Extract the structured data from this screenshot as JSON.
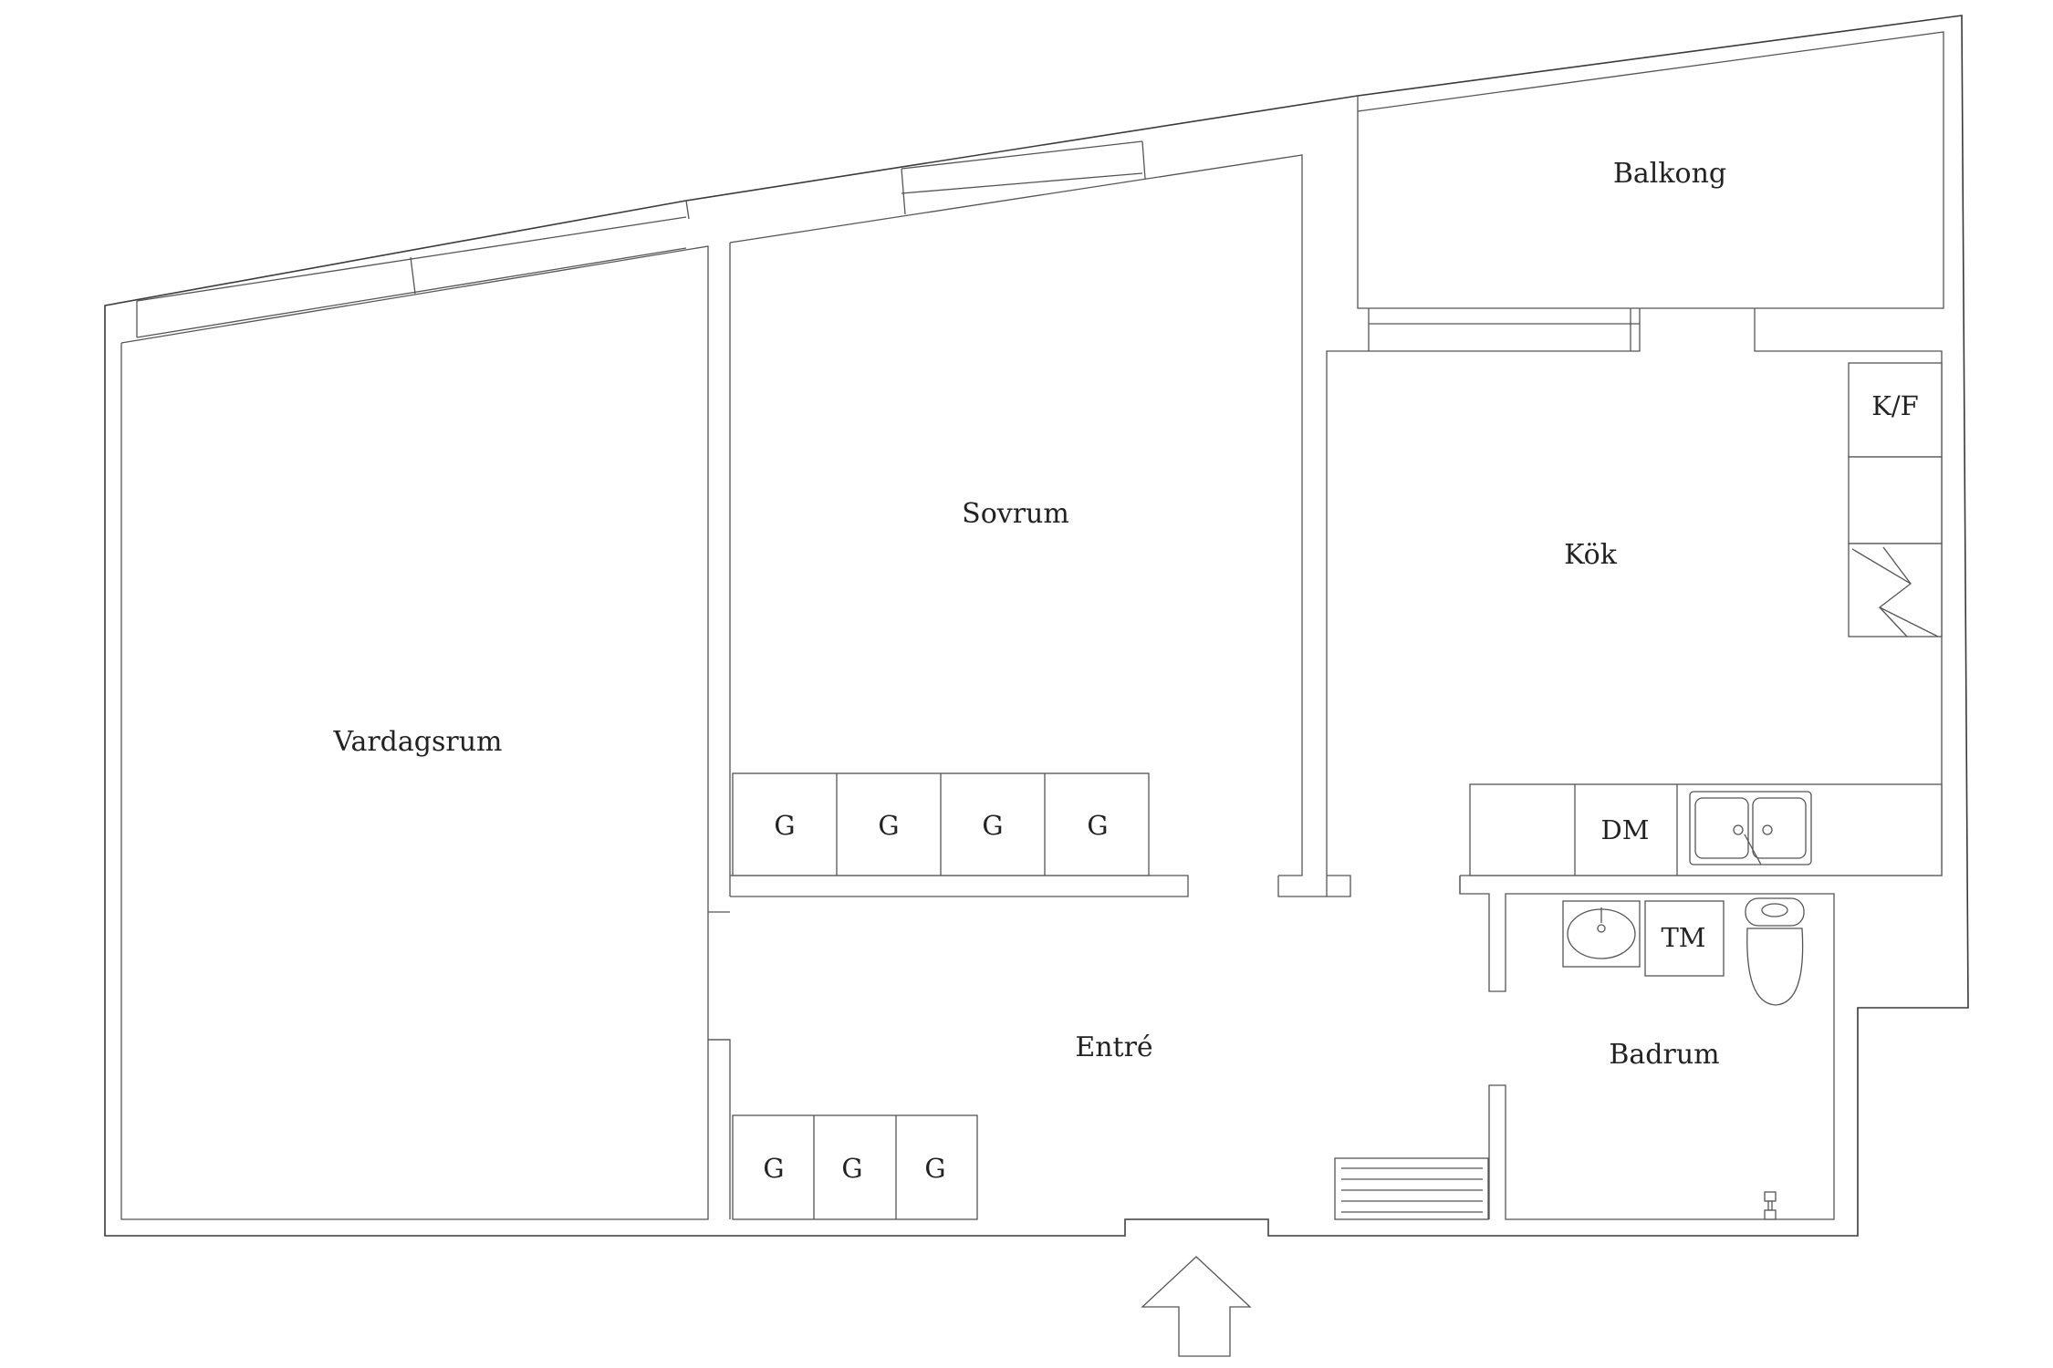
{
  "rooms": {
    "balkong": "Balkong",
    "sovrum": "Sovrum",
    "kok": "Kök",
    "vardagsrum": "Vardagsrum",
    "entre": "Entré",
    "badrum": "Badrum"
  },
  "fixtures": {
    "kf": "K/F",
    "dm": "DM",
    "tm": "TM",
    "wardrobe": "G"
  },
  "colors": {
    "line": "#3a3a3a",
    "background": "#ffffff"
  }
}
